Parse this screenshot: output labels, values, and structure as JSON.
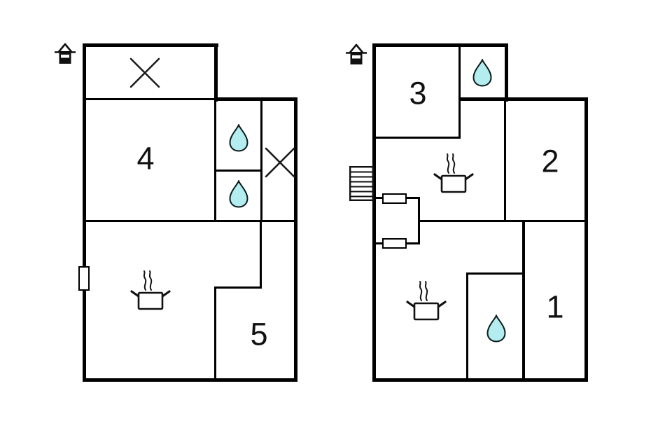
{
  "colors": {
    "background": "#ffffff",
    "wall": "#000000",
    "drop_fill": "#b3edf0"
  },
  "left_plan": {
    "name": "left floor plan",
    "room_labels": {
      "room4": "4",
      "room5": "5"
    },
    "icons": [
      "house-icon",
      "x-mark-icon",
      "x-mark-icon",
      "water-drop-icon",
      "water-drop-icon",
      "stove-pot-icon",
      "window-marker"
    ]
  },
  "right_plan": {
    "name": "right floor plan",
    "room_labels": {
      "room1": "1",
      "room2": "2",
      "room3": "3"
    },
    "icons": [
      "house-icon",
      "water-drop-icon",
      "water-drop-icon",
      "stove-pot-icon",
      "stove-pot-icon",
      "stairs-icon",
      "door-marker",
      "door-marker"
    ]
  }
}
